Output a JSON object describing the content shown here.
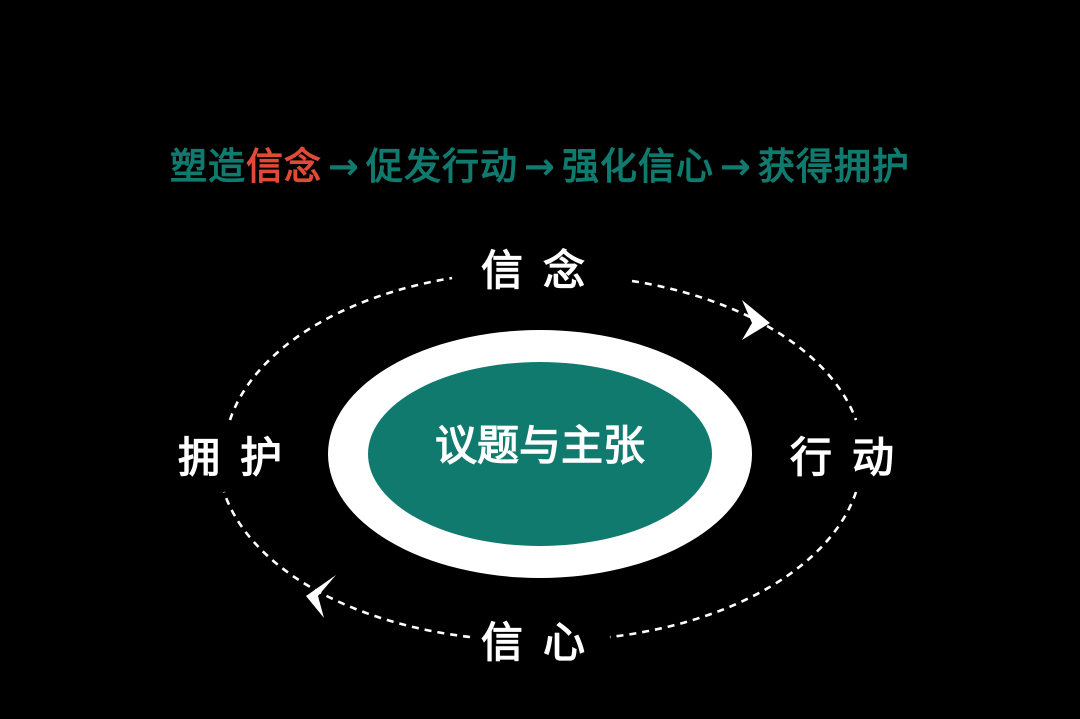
{
  "colors": {
    "background": "#000000",
    "teal": "#117a6f",
    "highlight": "#e04a36",
    "white": "#ffffff"
  },
  "headline": {
    "part1": "塑造",
    "part2": "信念",
    "arrow1": "→",
    "part3": "促发行动",
    "arrow2": "→",
    "part4": "强化信心",
    "arrow3": "→",
    "part5": "获得拥护"
  },
  "cycle": {
    "top": "信念",
    "right": "行动",
    "bottom": "信心",
    "left": "拥护",
    "center": "议题与主张"
  }
}
